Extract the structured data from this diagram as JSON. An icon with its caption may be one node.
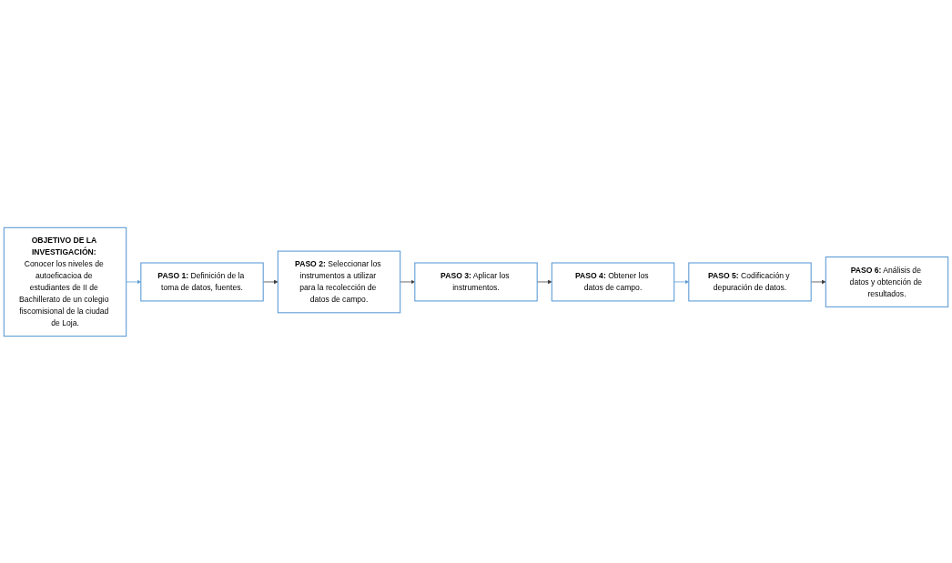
{
  "diagram": {
    "nodes": [
      {
        "text": [
          "**OBJETIVO DE LA INVESTIGACIÓN:** Conocer los niveles de autoeficacioa de estudiantes de II de Bachillerato de un colegio fiscomisional de la ciudad de Loja."
        ]
      },
      {
        "text": [
          "**PASO 1:** Definición de la toma de datos, fuentes."
        ]
      },
      {
        "text": [
          "**PASO 2:** Seleccionar los instrumentos a utilizar para la recolección de datos de campo."
        ]
      },
      {
        "text": [
          "**PASO 3:** Aplicar los instrumentos."
        ]
      },
      {
        "text": [
          "**PASO 4:** Obtener los datos de campo."
        ]
      },
      {
        "text": [
          "**PASO 5:** Codificación y depuración de datos."
        ]
      },
      {
        "text": [
          "**PASO 6:** Análisis de datos y obtención de resultados."
        ]
      }
    ],
    "edges": [
      {
        "from": 0,
        "to": 1,
        "arrow": "to",
        "color": "#5b9bd5"
      },
      {
        "from": 1,
        "to": 2,
        "arrow": "to"
      },
      {
        "from": 2,
        "to": 3,
        "arrow": "to"
      },
      {
        "from": 3,
        "to": 4,
        "arrow": "to"
      },
      {
        "from": 4,
        "to": 5,
        "arrow": "to",
        "color": "#5b9bd5"
      },
      {
        "from": 5,
        "to": 6,
        "arrow": "to"
      }
    ]
  }
}
